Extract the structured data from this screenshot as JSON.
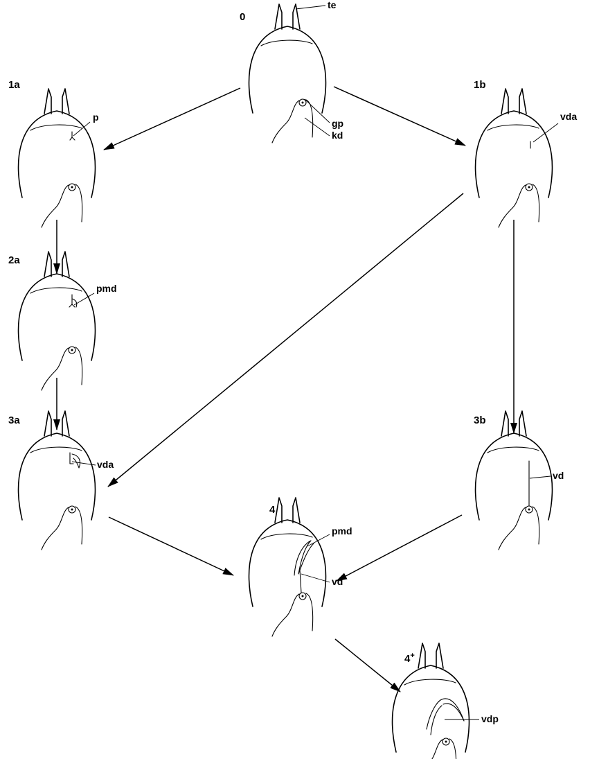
{
  "stages": [
    {
      "id": "s0",
      "label": "0"
    },
    {
      "id": "s1a",
      "label": "1a"
    },
    {
      "id": "s1b",
      "label": "1b"
    },
    {
      "id": "s2a",
      "label": "2a"
    },
    {
      "id": "s3a",
      "label": "3a"
    },
    {
      "id": "s3b",
      "label": "3b"
    },
    {
      "id": "s4",
      "label": "4"
    },
    {
      "id": "s4p",
      "label": "4",
      "superscript": "+"
    }
  ],
  "annotations": {
    "te": "te",
    "gp": "gp",
    "kd": "kd",
    "p": "p",
    "vda_1b": "vda",
    "pmd_2a": "pmd",
    "vda_3a": "vda",
    "vd_3b": "vd",
    "pmd_4": "pmd",
    "vd_4": "vd",
    "vdp": "vdp"
  },
  "transitions": [
    {
      "from": "0",
      "to": "1a"
    },
    {
      "from": "0",
      "to": "1b"
    },
    {
      "from": "1a",
      "to": "2a"
    },
    {
      "from": "1b",
      "to": "3a"
    },
    {
      "from": "1b",
      "to": "3b"
    },
    {
      "from": "2a",
      "to": "3a"
    },
    {
      "from": "3a",
      "to": "4"
    },
    {
      "from": "3b",
      "to": "4"
    },
    {
      "from": "4",
      "to": "4+"
    }
  ]
}
